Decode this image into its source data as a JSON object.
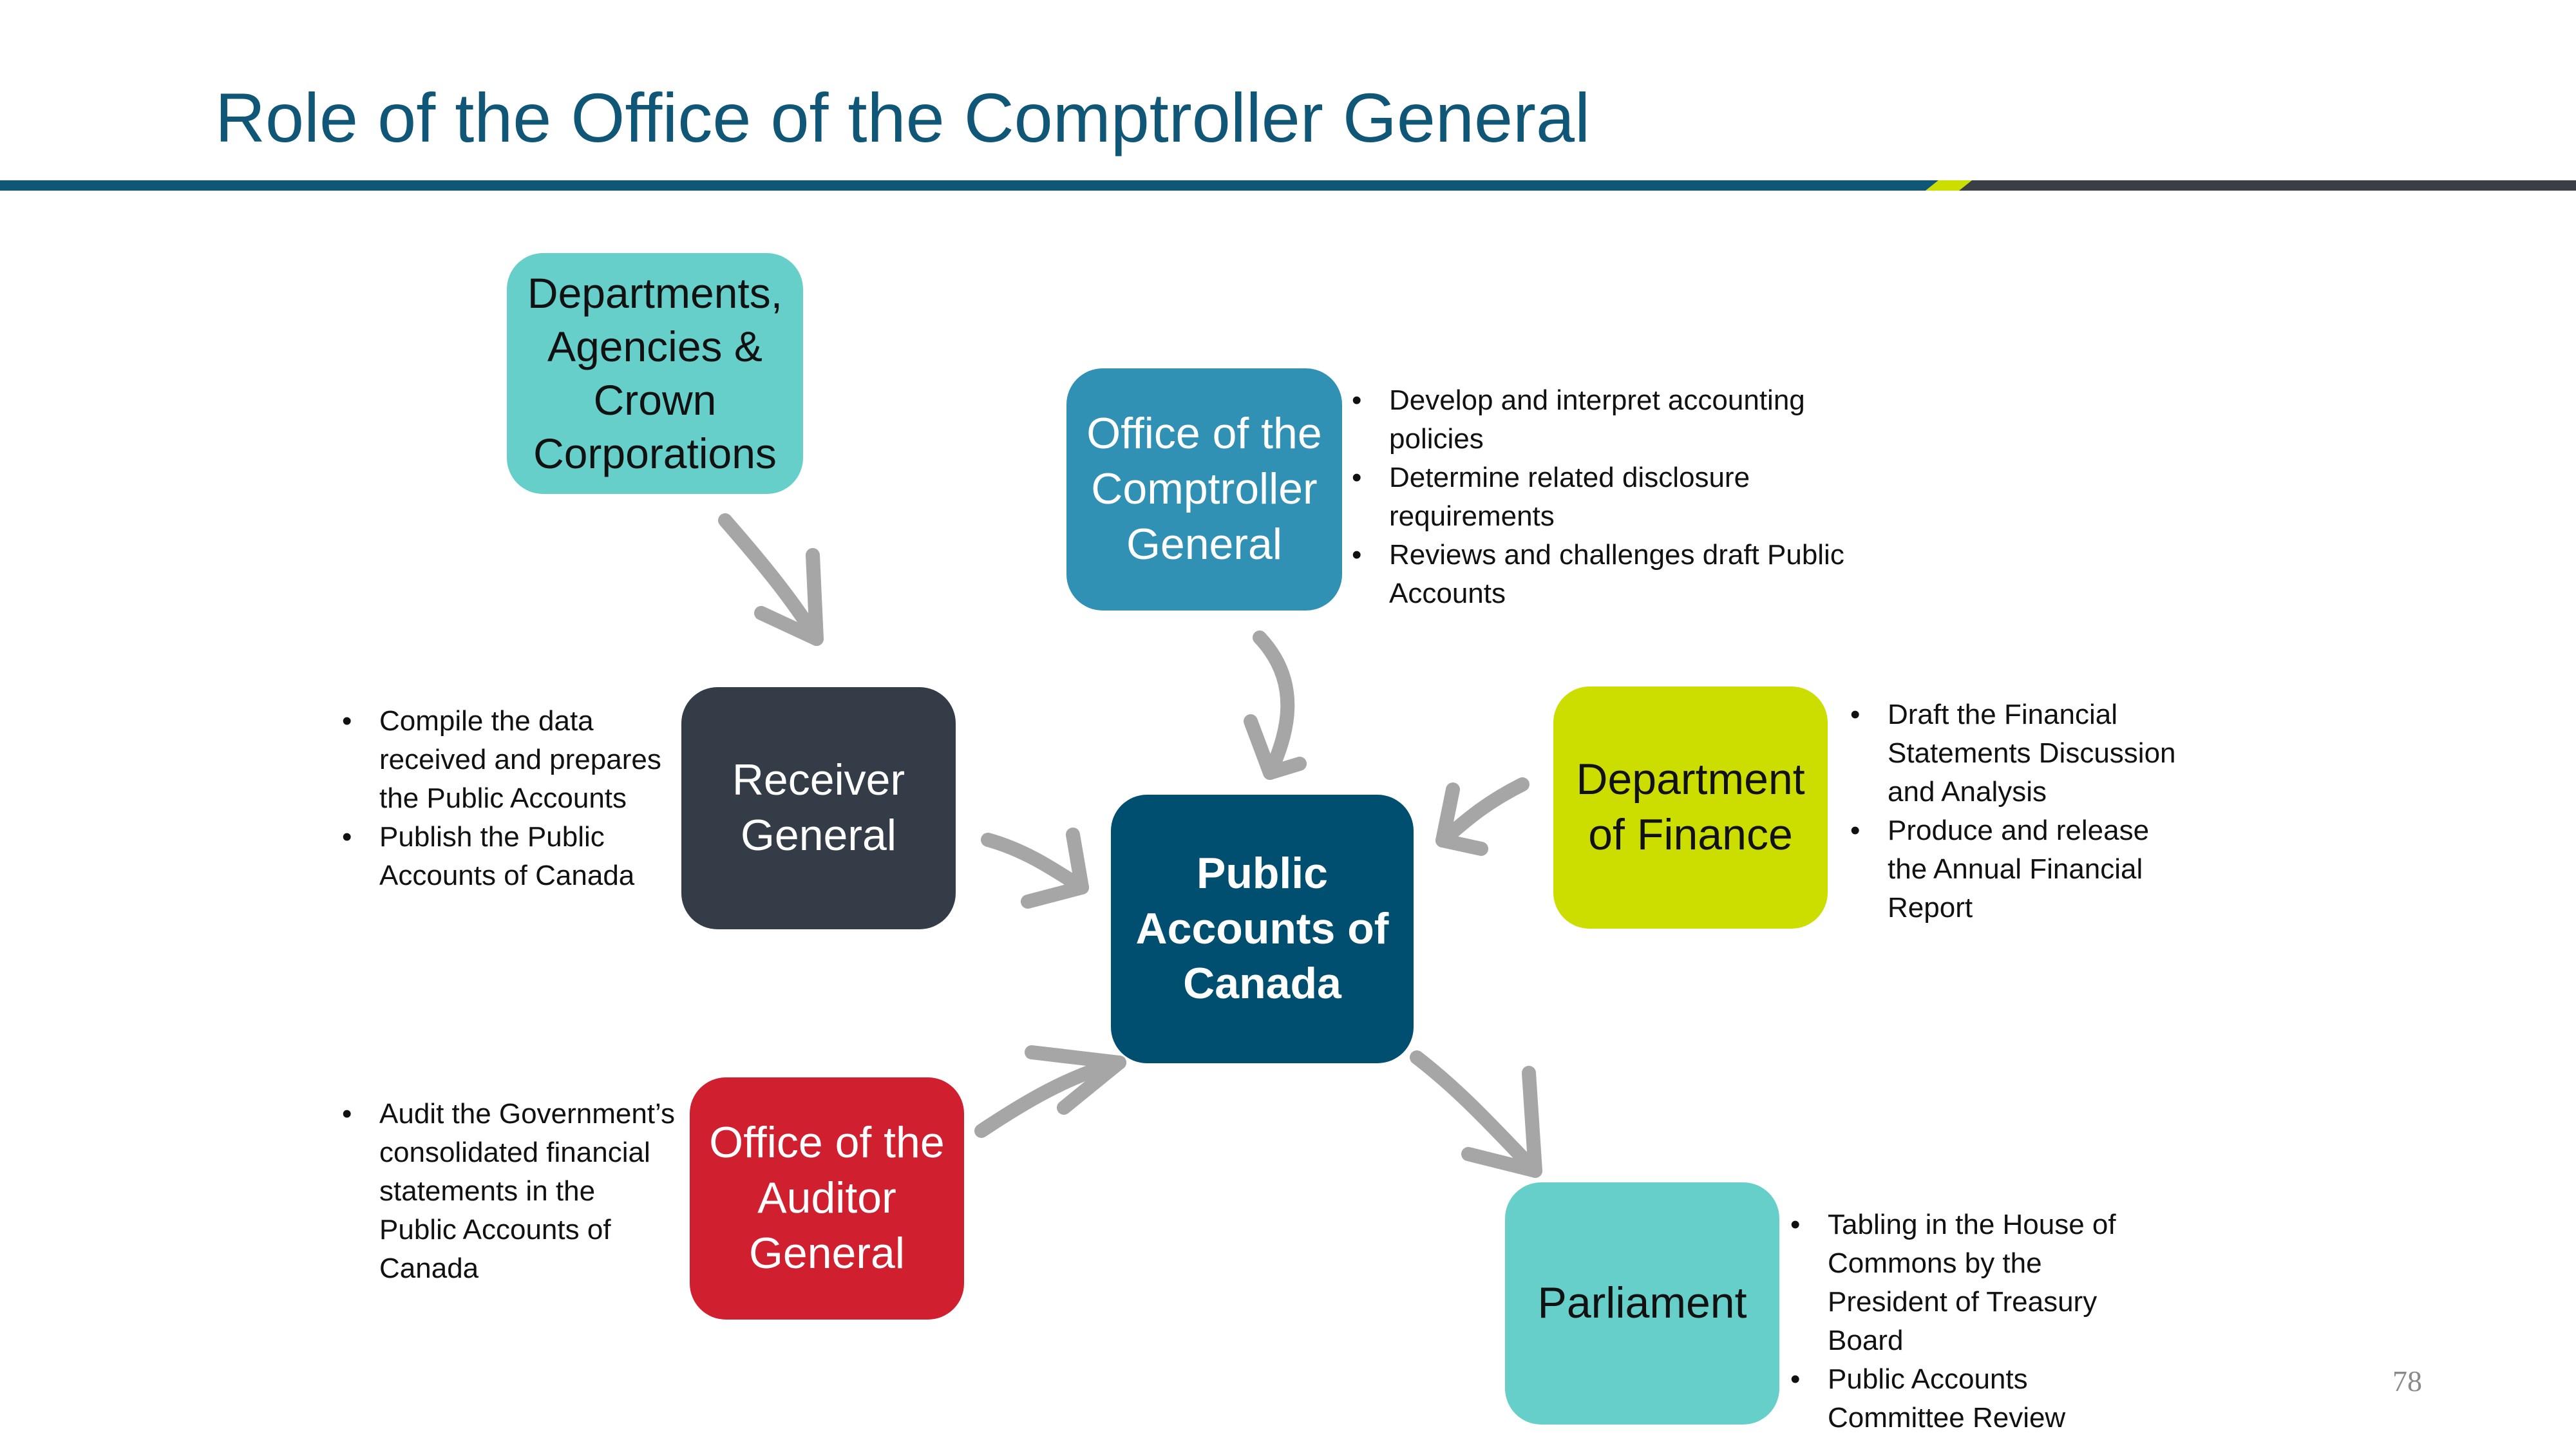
{
  "slide": {
    "title": "Role of the Office of the Comptroller General",
    "page_number": "78"
  },
  "colors": {
    "title": "#0f5677",
    "header_rule_main": "#0f5677",
    "header_rule_accent": "#ccdd00",
    "header_rule_end": "#3a3f46",
    "arrow": "#a6a6a6"
  },
  "nodes": {
    "departments": {
      "lines": [
        "Departments,",
        "Agencies &",
        "Crown",
        "Corporations"
      ],
      "color": "#66cfca"
    },
    "ocg": {
      "lines": [
        "Office of the",
        "Comptroller",
        "General"
      ],
      "color": "#3191b5",
      "bullets": [
        "Develop and  interpret accounting policies",
        "Determine related disclosure requirements",
        "Reviews and challenges draft Public Accounts"
      ]
    },
    "receiver_general": {
      "lines": [
        "Receiver",
        "General"
      ],
      "color": "#343c47",
      "bullets": [
        "Compile the data received and prepares the Public Accounts",
        "Publish the Public Accounts of Canada"
      ]
    },
    "public_accounts": {
      "lines": [
        "Public",
        "Accounts of",
        "Canada"
      ],
      "color": "#004e70"
    },
    "finance": {
      "lines": [
        "Department",
        "of Finance"
      ],
      "color": "#ccdd00",
      "bullets": [
        "Draft the Financial Statements Discussion and Analysis",
        "Produce and release the Annual Financial Report"
      ]
    },
    "oag": {
      "lines": [
        "Office of the",
        "Auditor",
        "General"
      ],
      "color": "#d0202f",
      "bullets": [
        "Audit the Government’s consolidated financial statements in the Public Accounts of Canada"
      ]
    },
    "parliament": {
      "lines": [
        "Parliament"
      ],
      "color": "#66cfca",
      "bullets": [
        "Tabling in the House of Commons by the President of Treasury Board",
        "Public Accounts Committee Review"
      ]
    }
  }
}
